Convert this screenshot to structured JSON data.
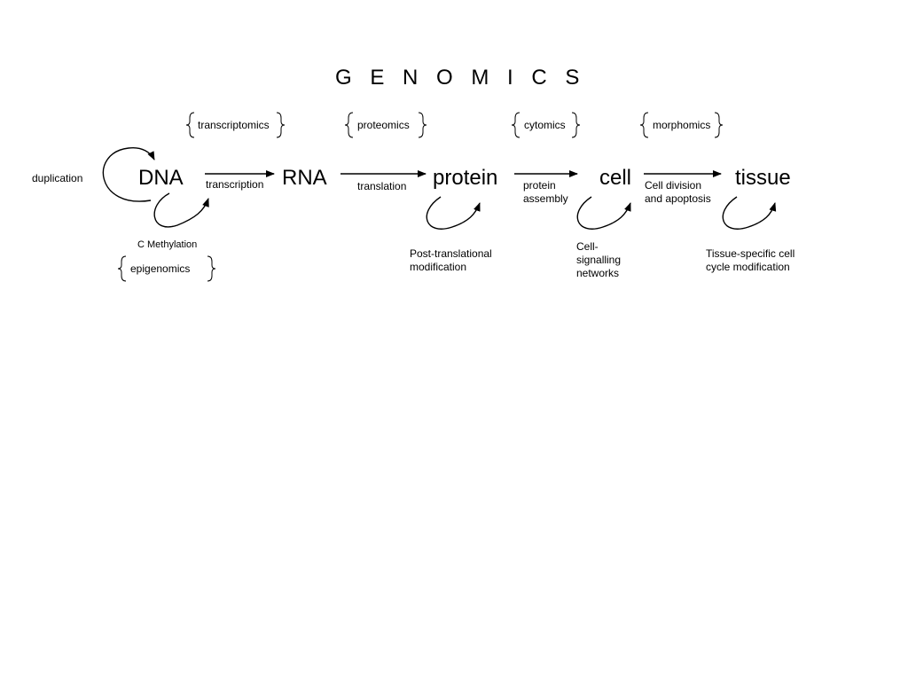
{
  "title": "G E N O M I C S",
  "nodes": {
    "dna": "DNA",
    "rna": "RNA",
    "protein": "protein",
    "cell": "cell",
    "tissue": "tissue"
  },
  "fields": {
    "transcriptomics": "transcriptomics",
    "proteomics": "proteomics",
    "cytomics": "cytomics",
    "morphomics": "morphomics",
    "epigenomics": "epigenomics"
  },
  "processes": {
    "duplication": "duplication",
    "transcription": "transcription",
    "translation": "translation",
    "protein_assembly": [
      "protein",
      "assembly"
    ],
    "cell_division": [
      "Cell division",
      "and apoptosis"
    ],
    "c_methylation": "C Methylation"
  },
  "modifications": {
    "post_translational": [
      "Post-translational",
      "modification"
    ],
    "cell_signalling": [
      "Cell-",
      "signalling",
      "networks"
    ],
    "tissue_specific": [
      "Tissue-specific cell",
      "cycle modification"
    ]
  }
}
